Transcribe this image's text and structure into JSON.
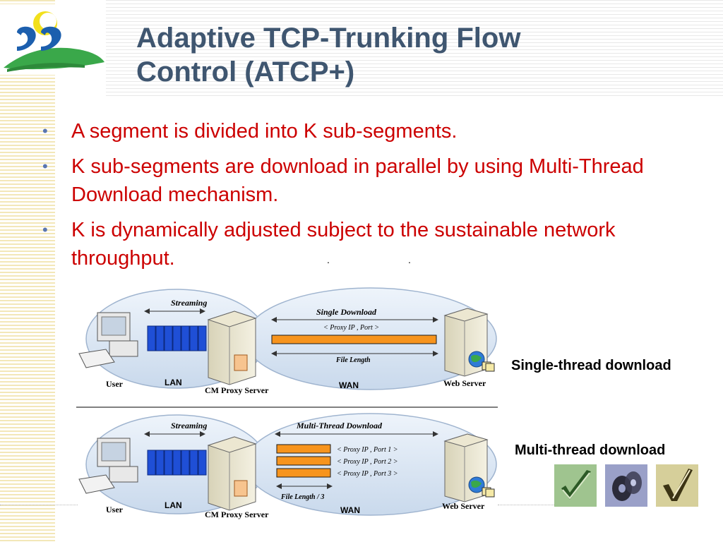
{
  "slide": {
    "title_line1": "Adaptive TCP-Trunking Flow",
    "title_line2": "Control (ATCP+)",
    "bullets": [
      "A segment is divided into K sub-segments.",
      "K sub-segments are download in parallel by using Multi-Thread Download mechanism.",
      "K is dynamically adjusted subject to the sustainable network throughput."
    ],
    "extra_marks": [
      ".",
      "."
    ]
  },
  "diagram_single": {
    "streaming": "Streaming",
    "download_title": "Single Download",
    "proxy_port": "< Proxy IP , Port >",
    "file_length": "File Length",
    "user": "User",
    "lan": "LAN",
    "proxy_server": "CM Proxy Server",
    "wan": "WAN",
    "web_server": "Web Server",
    "caption": "Single-thread download"
  },
  "diagram_multi": {
    "streaming": "Streaming",
    "download_title": "Multi-Thread Download",
    "ports": [
      "< Proxy IP , Port 1 >",
      "< Proxy IP , Port 2 >",
      "< Proxy IP , Port 3 >"
    ],
    "file_length": "File Length / 3",
    "user": "User",
    "lan": "LAN",
    "proxy_server": "CM Proxy Server",
    "wan": "WAN",
    "web_server": "Web Server",
    "caption": "Multi-thread download"
  },
  "colors": {
    "title": "#3f5670",
    "bullet_text": "#cc0000",
    "bullet_dot": "#5a76b0",
    "bar_fill": "#f7941d",
    "bar_stroke": "#1a1a1a",
    "packet_fill": "#1f4fd6"
  },
  "icons": [
    "logo-icon",
    "computer-icon",
    "server-icon",
    "globe-icon",
    "check-tile-icon",
    "disc-tile-icon",
    "pen-tile-icon"
  ]
}
